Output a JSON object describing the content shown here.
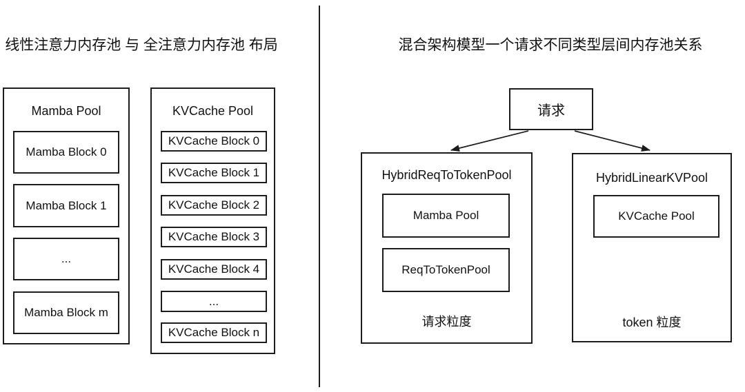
{
  "left_panel": {
    "title": "线性注意力内存池 与 全注意力内存池 布局",
    "mamba_pool": {
      "title": "Mamba Pool",
      "blocks": [
        "Mamba Block 0",
        "Mamba Block 1",
        "...",
        "Mamba Block m"
      ]
    },
    "kvcache_pool": {
      "title": "KVCache Pool",
      "blocks": [
        "KVCache Block 0",
        "KVCache Block 1",
        "KVCache Block 2",
        "KVCache Block 3",
        "KVCache Block 4",
        "...",
        "KVCache Block n"
      ]
    }
  },
  "right_panel": {
    "title": "混合架构模型一个请求不同类型层间内存池关系",
    "request_label": "请求",
    "hybrid_req_to_token_pool": {
      "title": "HybridReqToTokenPool",
      "inner_boxes": [
        "Mamba Pool",
        "ReqToTokenPool"
      ],
      "granularity_label": "请求粒度"
    },
    "hybrid_linear_kv_pool": {
      "title": "HybridLinearKVPool",
      "inner_boxes": [
        "KVCache Pool"
      ],
      "granularity_label": "token 粒度"
    }
  },
  "colors": {
    "background": "#ffffff",
    "line": "#1c1c1c",
    "text": "#111111"
  }
}
